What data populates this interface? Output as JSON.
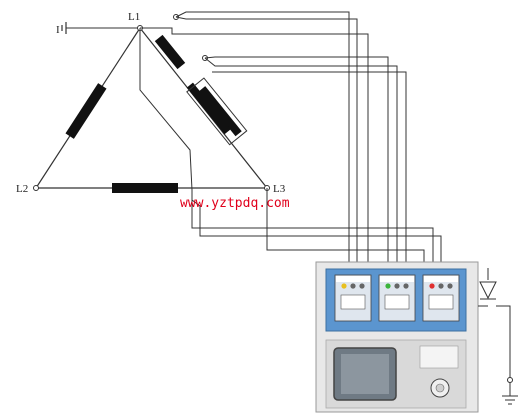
{
  "labels": {
    "L1": "L1",
    "L2": "L2",
    "L3": "L3",
    "terminal_left": "I",
    "watermark": "www.yztpdq.com"
  },
  "tester": {
    "terminal_groups": [
      {
        "caption": "",
        "plug_color": "#e8c020"
      },
      {
        "caption": "",
        "plug_color": "#3cb43c"
      },
      {
        "caption": "",
        "plug_color": "#e03030"
      }
    ],
    "colors": {
      "body": "#e8e8e8",
      "panel": "#5b95cf",
      "display": "#6f7a84"
    }
  }
}
